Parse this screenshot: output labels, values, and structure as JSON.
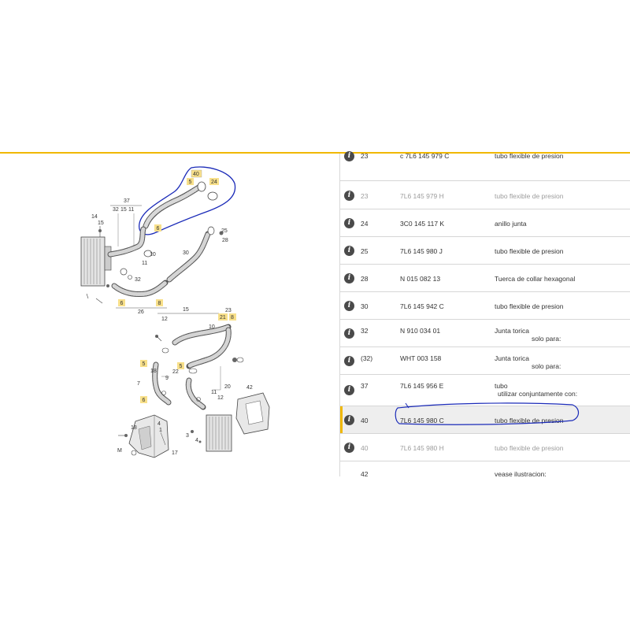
{
  "diagram": {
    "labels": {
      "n40": "40",
      "n5a": "5",
      "n24": "24",
      "n6a": "6",
      "n37": "37",
      "n32t": "32",
      "n15a": "15",
      "n11a": "11",
      "n14": "14",
      "n15b": "15",
      "n10a": "10",
      "n11b": "11",
      "n32b": "32",
      "n30": "30",
      "n25": "25",
      "n28": "28",
      "n6b": "6",
      "n8a": "8",
      "n26": "26",
      "n12a": "12",
      "n15c": "15",
      "n23": "23",
      "n21": "21",
      "n8b": "8",
      "n10b": "10",
      "n5b": "5",
      "n5c": "5",
      "n22": "22",
      "n20": "20",
      "n6c": "6",
      "n11c": "11",
      "n12b": "12",
      "n7": "7",
      "n18": "18",
      "n42": "42",
      "n3": "3",
      "n4": "4",
      "n4b": "4",
      "n1": "1",
      "n17": "17",
      "nM": "M",
      "n18b": "18",
      "n9": "9"
    }
  },
  "parts": {
    "rows": [
      {
        "pos": "23",
        "partno": "c 7L6 145 979 C",
        "desc": "tubo flexible de presion",
        "note": "",
        "faded": false
      },
      {
        "pos": "23",
        "partno": "7L6 145 979 H",
        "desc": "tubo flexible de presion",
        "note": "",
        "faded": true
      },
      {
        "pos": "24",
        "partno": "3C0 145 117 K",
        "desc": "anillo junta",
        "note": "",
        "faded": false
      },
      {
        "pos": "25",
        "partno": "7L6 145 980 J",
        "desc": "tubo flexible de presion",
        "note": "",
        "faded": false
      },
      {
        "pos": "28",
        "partno": "N 015 082 13",
        "desc": "Tuerca de collar hexagonal",
        "note": "",
        "faded": false
      },
      {
        "pos": "30",
        "partno": "7L6 145 942 C",
        "desc": "tubo flexible de presion",
        "note": "",
        "faded": false
      },
      {
        "pos": "32",
        "partno": "N 910 034 01",
        "desc": "Junta torica",
        "note": "solo para:",
        "faded": false
      },
      {
        "pos": "(32)",
        "partno": "WHT 003 158",
        "desc": "Junta torica",
        "note": "solo para:",
        "faded": false
      },
      {
        "pos": "37",
        "partno": "7L6 145 956 E",
        "desc": "tubo",
        "note": "utilizar conjuntamente con:",
        "faded": false
      },
      {
        "pos": "40",
        "partno": "7L6 145 980 C",
        "desc": "tubo flexible de presion",
        "note": "",
        "faded": false,
        "selected": true
      },
      {
        "pos": "40",
        "partno": "7L6 145 980 H",
        "desc": "tubo flexible de presion",
        "note": "",
        "faded": true
      },
      {
        "pos": "42",
        "partno": "",
        "desc": "vease ilustracion:",
        "note": "",
        "faded": false,
        "noicon": true
      }
    ]
  },
  "colors": {
    "accent": "#f0b800",
    "annotation": "#1a2ab8"
  }
}
